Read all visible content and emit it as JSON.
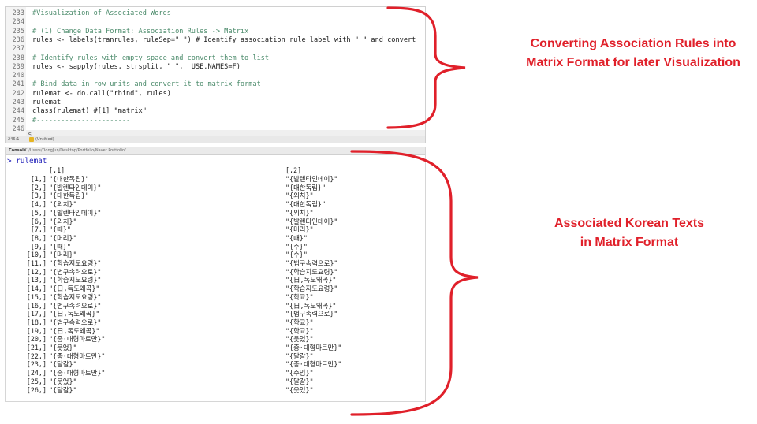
{
  "editor": {
    "lines": [
      {
        "n": "233",
        "text": "#Visualization of Associated Words",
        "comment": true
      },
      {
        "n": "234",
        "text": "",
        "comment": false
      },
      {
        "n": "235",
        "text": "# (1) Change Data Format: Association Rules -> Matrix",
        "comment": true
      },
      {
        "n": "236",
        "text": "rules <- labels(tranrules, ruleSep=\" \") # Identify association rule label with \" \" and convert",
        "comment": false
      },
      {
        "n": "237",
        "text": "",
        "comment": false
      },
      {
        "n": "238",
        "text": "# Identify rules with empty space and convert them to list",
        "comment": true
      },
      {
        "n": "239",
        "text": "rules <- sapply(rules, strsplit, \" \",  USE.NAMES=F)",
        "comment": false
      },
      {
        "n": "240",
        "text": "",
        "comment": false
      },
      {
        "n": "241",
        "text": "# Bind data in row units and convert it to matrix format",
        "comment": true
      },
      {
        "n": "242",
        "text": "rulemat <- do.call(\"rbind\", rules)",
        "comment": false
      },
      {
        "n": "243",
        "text": "rulemat",
        "comment": false
      },
      {
        "n": "244",
        "text": "class(rulemat) #[1] \"matrix\"",
        "comment": false
      },
      {
        "n": "245",
        "text": "#-----------------------",
        "comment": true
      },
      {
        "n": "246",
        "text": "",
        "comment": false
      }
    ],
    "scroll_left_glyph": "<",
    "status_position": "246:1",
    "status_file": "(Untitled)"
  },
  "console": {
    "header_title": "Console",
    "header_path": "C:/Users/DongJun/Desktop/Portfolio/Naver Portfolio/",
    "prompt": "> rulemat",
    "col_header_1": "[,1]",
    "col_header_2": "[,2]",
    "rows": [
      {
        "idx": "[1,]",
        "c1": "\"{대한독립}\"",
        "c2": "\"{발렌타인데이}\""
      },
      {
        "idx": "[2,]",
        "c1": "\"{발렌타인데이}\"",
        "c2": "\"{대한독립}\""
      },
      {
        "idx": "[3,]",
        "c1": "\"{대한독립}\"",
        "c2": "\"{외치}\""
      },
      {
        "idx": "[4,]",
        "c1": "\"{외치}\"",
        "c2": "\"{대한독립}\""
      },
      {
        "idx": "[5,]",
        "c1": "\"{발렌타인데이}\"",
        "c2": "\"{외치}\""
      },
      {
        "idx": "[6,]",
        "c1": "\"{외치}\"",
        "c2": "\"{발렌타인데이}\""
      },
      {
        "idx": "[7,]",
        "c1": "\"{때}\"",
        "c2": "\"{머리}\""
      },
      {
        "idx": "[8,]",
        "c1": "\"{머리}\"",
        "c2": "\"{때}\""
      },
      {
        "idx": "[9,]",
        "c1": "\"{때}\"",
        "c2": "\"{수}\""
      },
      {
        "idx": "[10,]",
        "c1": "\"{머리}\"",
        "c2": "\"{수}\""
      },
      {
        "idx": "[11,]",
        "c1": "\"{학습지도요령}\"",
        "c2": "\"{법구속력으로}\""
      },
      {
        "idx": "[12,]",
        "c1": "\"{법구속력으로}\"",
        "c2": "\"{학습지도요령}\""
      },
      {
        "idx": "[13,]",
        "c1": "\"{학습지도요령}\"",
        "c2": "\"{日,독도왜곡}\""
      },
      {
        "idx": "[14,]",
        "c1": "\"{日,독도왜곡}\"",
        "c2": "\"{학습지도요령}\""
      },
      {
        "idx": "[15,]",
        "c1": "\"{학습지도요령}\"",
        "c2": "\"{학교}\""
      },
      {
        "idx": "[16,]",
        "c1": "\"{법구속력으로}\"",
        "c2": "\"{日,독도왜곡}\""
      },
      {
        "idx": "[17,]",
        "c1": "\"{日,독도왜곡}\"",
        "c2": "\"{법구속력으로}\""
      },
      {
        "idx": "[18,]",
        "c1": "\"{법구속력으로}\"",
        "c2": "\"{학교}\""
      },
      {
        "idx": "[19,]",
        "c1": "\"{日,독도왜곡}\"",
        "c2": "\"{학교}\""
      },
      {
        "idx": "[20,]",
        "c1": "\"{중·대형마트만}\"",
        "c2": "\"{웃었}\""
      },
      {
        "idx": "[21,]",
        "c1": "\"{웃었}\"",
        "c2": "\"{중·대형마트만}\""
      },
      {
        "idx": "[22,]",
        "c1": "\"{중·대형마트만}\"",
        "c2": "\"{달걀}\""
      },
      {
        "idx": "[23,]",
        "c1": "\"{달걀}\"",
        "c2": "\"{중·대형마트만}\""
      },
      {
        "idx": "[24,]",
        "c1": "\"{중·대형마트만}\"",
        "c2": "\"{수입}\""
      },
      {
        "idx": "[25,]",
        "c1": "\"{웃었}\"",
        "c2": "\"{달걀}\""
      },
      {
        "idx": "[26,]",
        "c1": "\"{달걀}\"",
        "c2": "\"{웃었}\""
      }
    ]
  },
  "annotations": {
    "top_line1": "Converting Association Rules into",
    "top_line2": "Matrix Format for later Visualization",
    "bottom_line1": "Associated Korean Texts",
    "bottom_line2": "in Matrix Format",
    "color": "#e0202a"
  }
}
